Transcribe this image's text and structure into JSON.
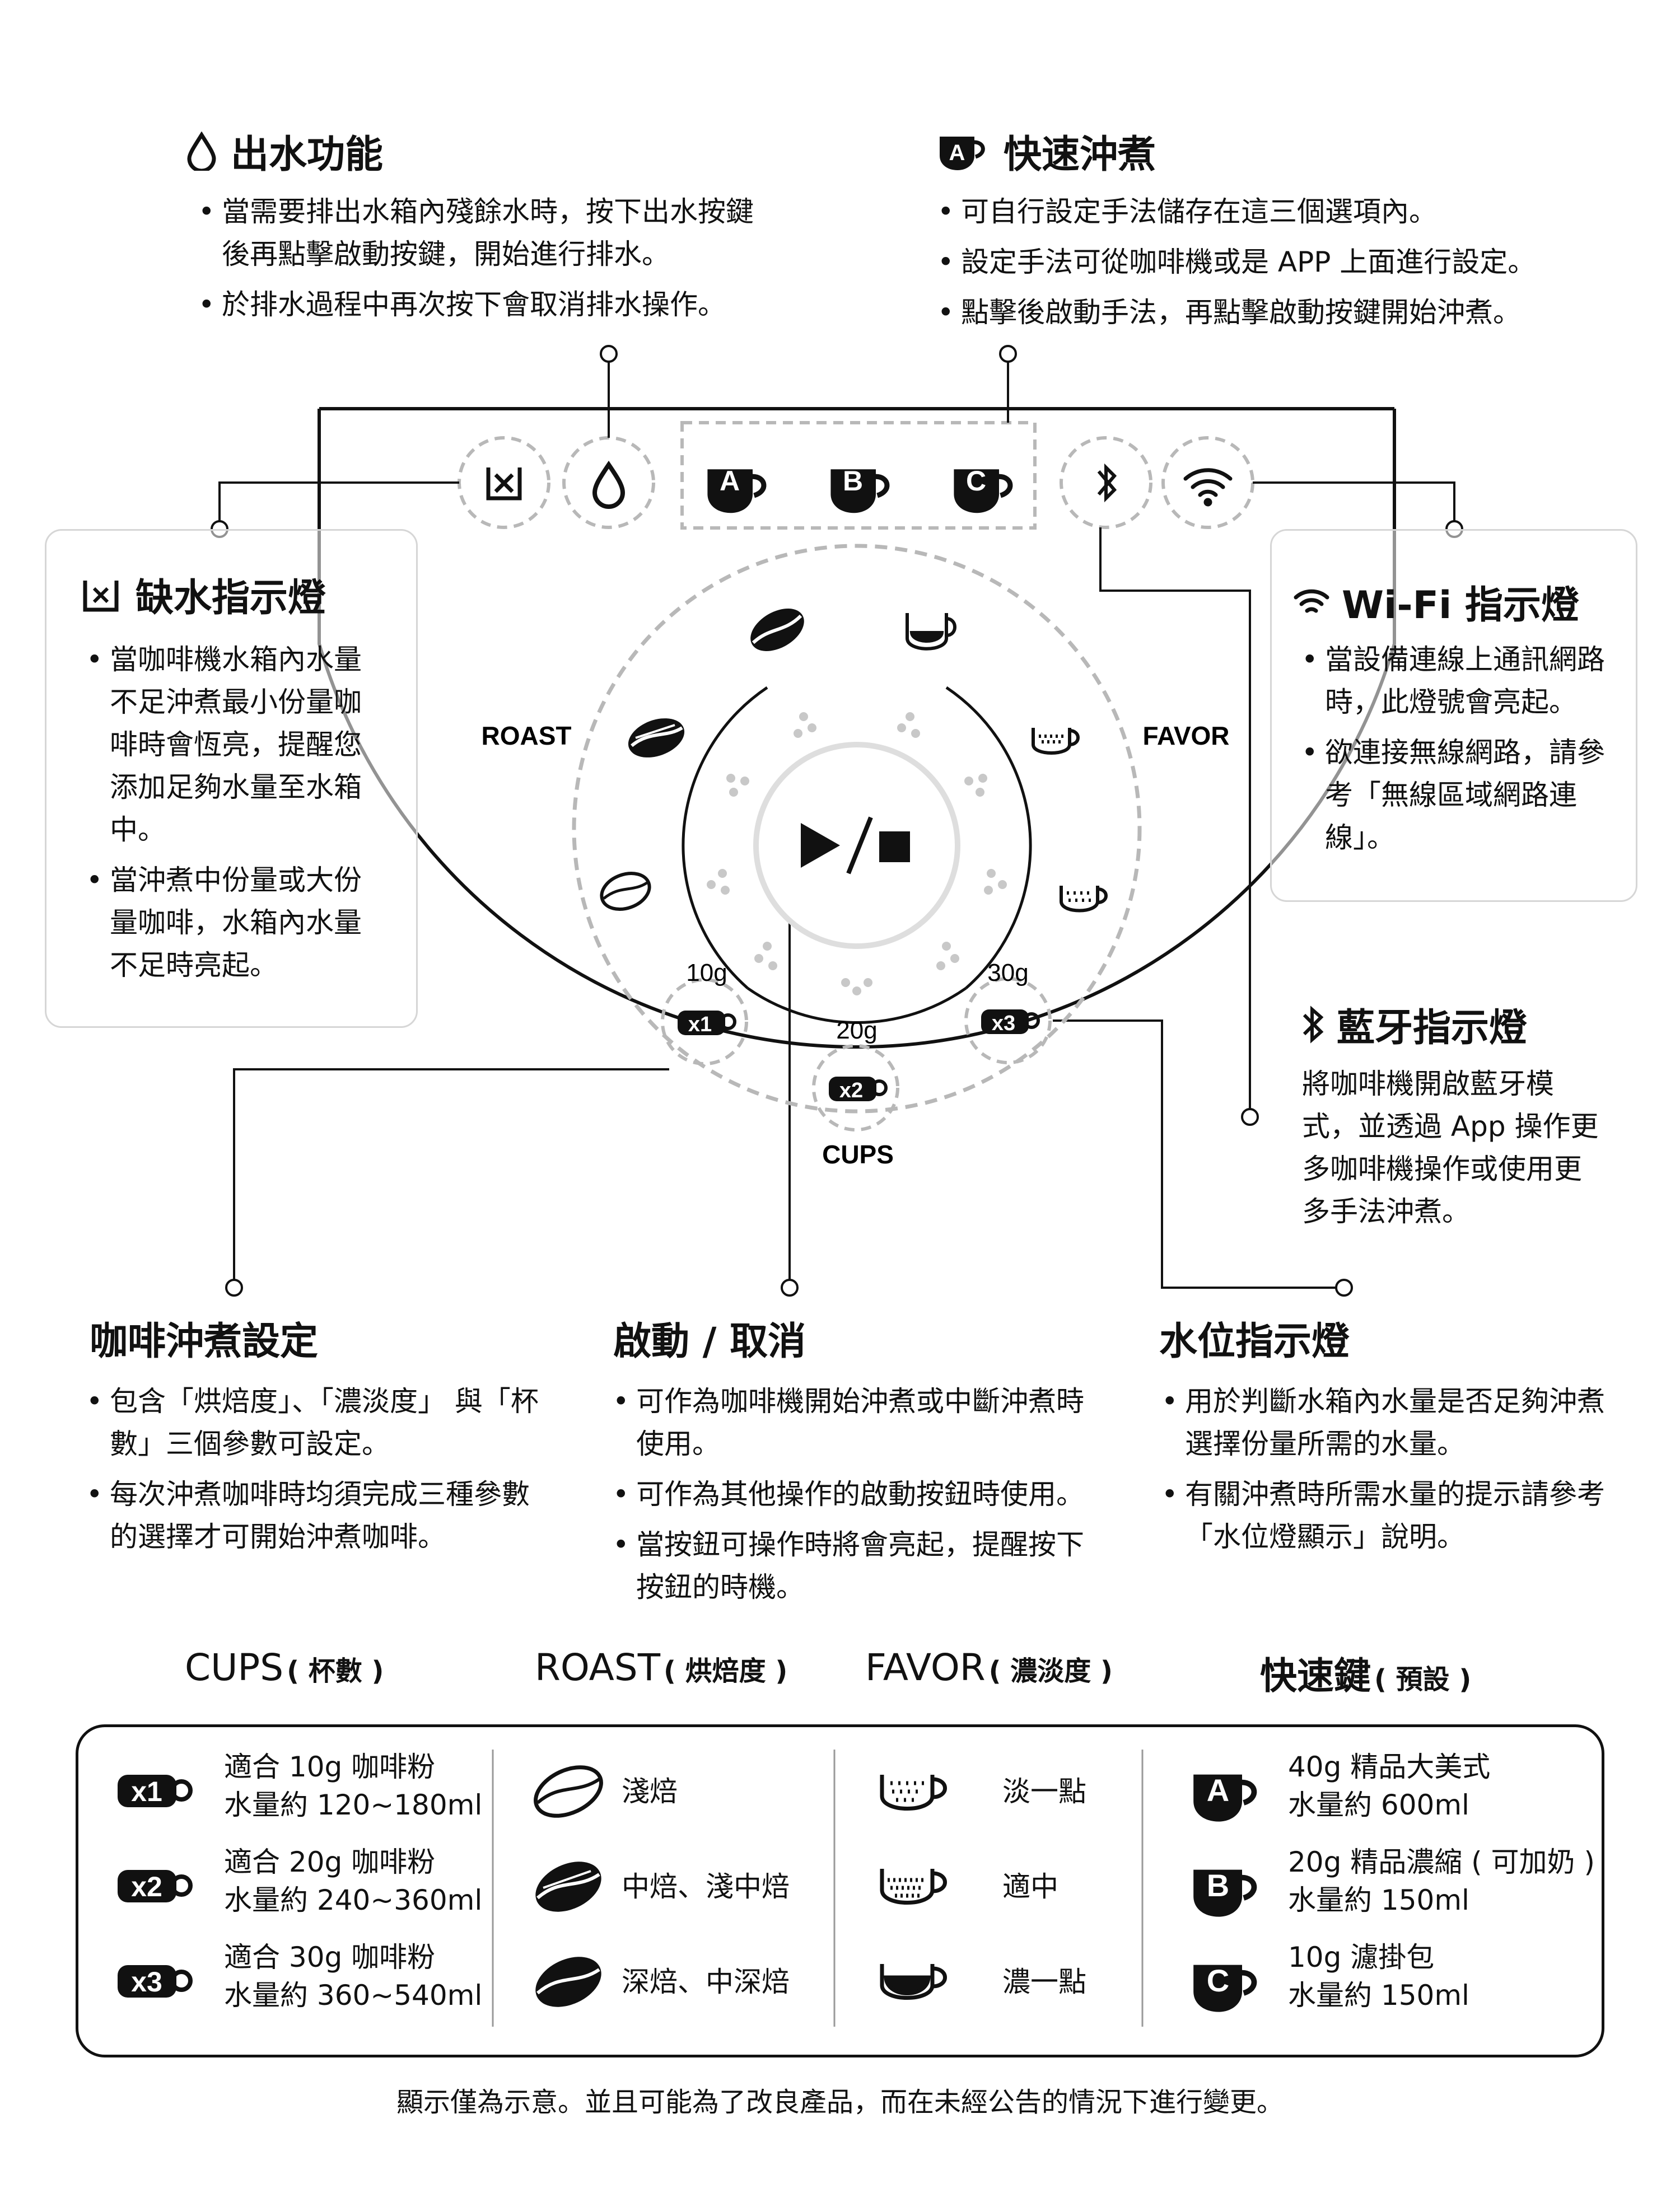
{
  "water_out": {
    "title": "出水功能",
    "bullets": [
      "當需要排出水箱內殘餘水時，按下出水按鍵後再點擊啟動按鍵，開始進行排水。",
      "於排水過程中再次按下會取消排水操作。"
    ]
  },
  "quick_brew": {
    "title": "快速沖煮",
    "bullets": [
      "可自行設定手法儲存在這三個選項內。",
      "設定手法可從咖啡機或是 APP 上面進行設定。",
      "點擊後啟動手法，再點擊啟動按鍵開始沖煮。"
    ]
  },
  "low_water": {
    "title": "缺水指示燈",
    "bullets": [
      "當咖啡機水箱內水量不足沖煮最小份量咖啡時會恆亮，提醒您添加足夠水量至水箱中。",
      "當沖煮中份量或大份量咖啡，水箱內水量不足時亮起。"
    ]
  },
  "wifi": {
    "title": "Wi-Fi 指示燈",
    "bullets": [
      "當設備連線上通訊網路時，此燈號會亮起。",
      "欲連接無線網路，請參考「無線區域網路連線」。"
    ]
  },
  "bluetooth": {
    "title": "藍牙指示燈",
    "text": "將咖啡機開啟藍牙模式，並透過 App 操作更多咖啡機操作或使用更多手法沖煮。"
  },
  "brew_settings": {
    "title": "咖啡沖煮設定",
    "bullets": [
      "包含「烘焙度」、「濃淡度」 與「杯數」三個參數可設定。",
      "每次沖煮咖啡時均須完成三種參數的選擇才可開始沖煮咖啡。"
    ]
  },
  "start_cancel": {
    "title": "啟動 / 取消",
    "bullets": [
      "可作為咖啡機開始沖煮或中斷沖煮時使用。",
      "可作為其他操作的啟動按鈕時使用。",
      "當按鈕可操作時將會亮起，提醒按下按鈕的時機。"
    ]
  },
  "water_level": {
    "title": "水位指示燈",
    "bullets": [
      "用於判斷水箱內水量是否足夠沖煮選擇份量所需的水量。",
      "有關沖煮時所需水量的提示請參考「水位燈顯示」說明。"
    ]
  },
  "dial": {
    "roast_label": "ROAST",
    "favor_label": "FAVOR",
    "cups_label": "CUPS",
    "grams": [
      "10g",
      "20g",
      "30g"
    ],
    "cups": [
      "x1",
      "x2",
      "x3"
    ],
    "quick_keys": [
      "A",
      "B",
      "C"
    ]
  },
  "legend": {
    "headers": {
      "cups": "CUPS",
      "cups_sub": "( 杯數 )",
      "roast": "ROAST",
      "roast_sub": "( 烘焙度 )",
      "favor": "FAVOR",
      "favor_sub": "( 濃淡度 )",
      "quick": "快速鍵",
      "quick_sub": "( 預設 )"
    },
    "cups": [
      {
        "badge": "x1",
        "line1": "適合 10g 咖啡粉",
        "line2": "水量約 120~180ml"
      },
      {
        "badge": "x2",
        "line1": "適合 20g 咖啡粉",
        "line2": "水量約 240~360ml"
      },
      {
        "badge": "x3",
        "line1": "適合 30g 咖啡粉",
        "line2": "水量約 360~540ml"
      }
    ],
    "roast": [
      "淺焙",
      "中焙、淺中焙",
      "深焙、中深焙"
    ],
    "favor": [
      "淡一點",
      "適中",
      "濃一點"
    ],
    "quick": [
      {
        "key": "A",
        "line1": "40g 精品大美式",
        "line2": "水量約 600ml"
      },
      {
        "key": "B",
        "line1": "20g 精品濃縮 ( 可加奶 )",
        "line2": "水量約 150ml"
      },
      {
        "key": "C",
        "line1": "10g 濾掛包",
        "line2": "水量約 150ml"
      }
    ]
  },
  "footer": "顯示僅為示意。並且可能為了改良產品，而在未經公告的情況下進行變更。"
}
